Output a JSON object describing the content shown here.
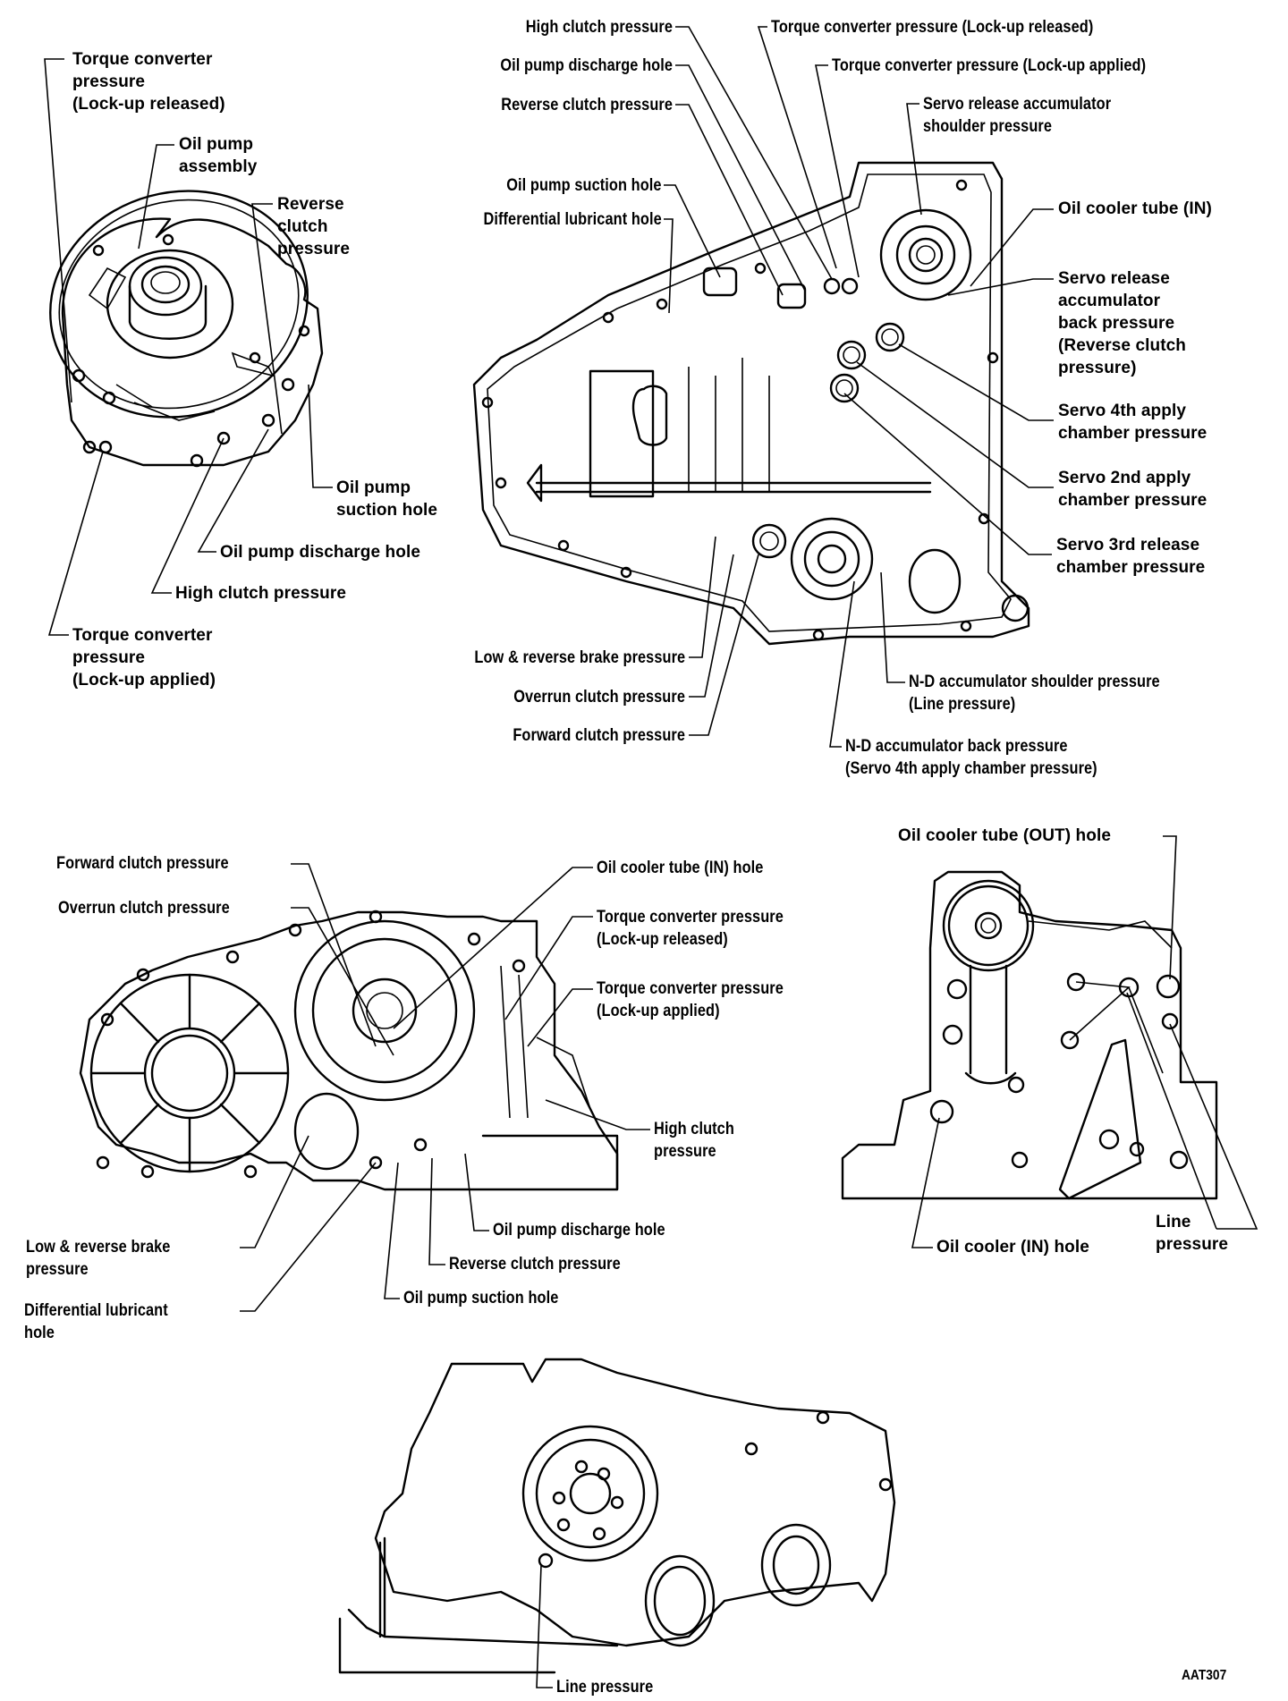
{
  "figure_id": "AAT307",
  "views": {
    "oil_pump": {
      "labels": [
        "Torque converter\npressure\n(Lock-up released)",
        "Oil pump\nassembly",
        "Reverse\nclutch\npressure",
        "Oil pump\nsuction hole",
        "Oil pump discharge hole",
        "High clutch pressure",
        "Torque converter\npressure\n(Lock-up applied)"
      ]
    },
    "case_side": {
      "labels_left_top": [
        "High clutch pressure",
        "Oil pump discharge hole",
        "Reverse clutch pressure",
        "Oil pump suction hole",
        "Differential lubricant hole"
      ],
      "labels_right_top": [
        "Torque converter pressure (Lock-up released)",
        "Torque converter pressure (Lock-up applied)",
        "Servo release accumulator\nshoulder pressure",
        "Oil cooler tube (IN)",
        "Servo release\naccumulator\nback pressure\n(Reverse clutch\npressure)",
        "Servo 4th apply\nchamber pressure",
        "Servo 2nd apply\nchamber pressure",
        "Servo 3rd release\nchamber pressure"
      ],
      "labels_bottom": [
        "Low & reverse brake pressure",
        "Overrun clutch pressure",
        "Forward clutch pressure",
        "N-D accumulator shoulder pressure\n(Line pressure)",
        "N-D accumulator back pressure\n(Servo 4th apply chamber pressure)"
      ]
    },
    "converter_housing": {
      "labels": [
        "Forward clutch pressure",
        "Overrun clutch pressure",
        "Oil cooler tube (IN) hole",
        "Torque converter pressure\n(Lock-up released)",
        "Torque converter pressure\n(Lock-up applied)",
        "High clutch\npressure",
        "Oil pump discharge hole",
        "Reverse clutch pressure",
        "Oil pump suction hole",
        "Low & reverse brake\npressure",
        "Differential lubricant\nhole"
      ]
    },
    "end_view": {
      "labels": [
        "Oil cooler tube (OUT) hole",
        "Oil cooler (IN) hole",
        "Line\npressure"
      ]
    },
    "rear_view": {
      "labels": [
        "Line pressure"
      ]
    }
  }
}
